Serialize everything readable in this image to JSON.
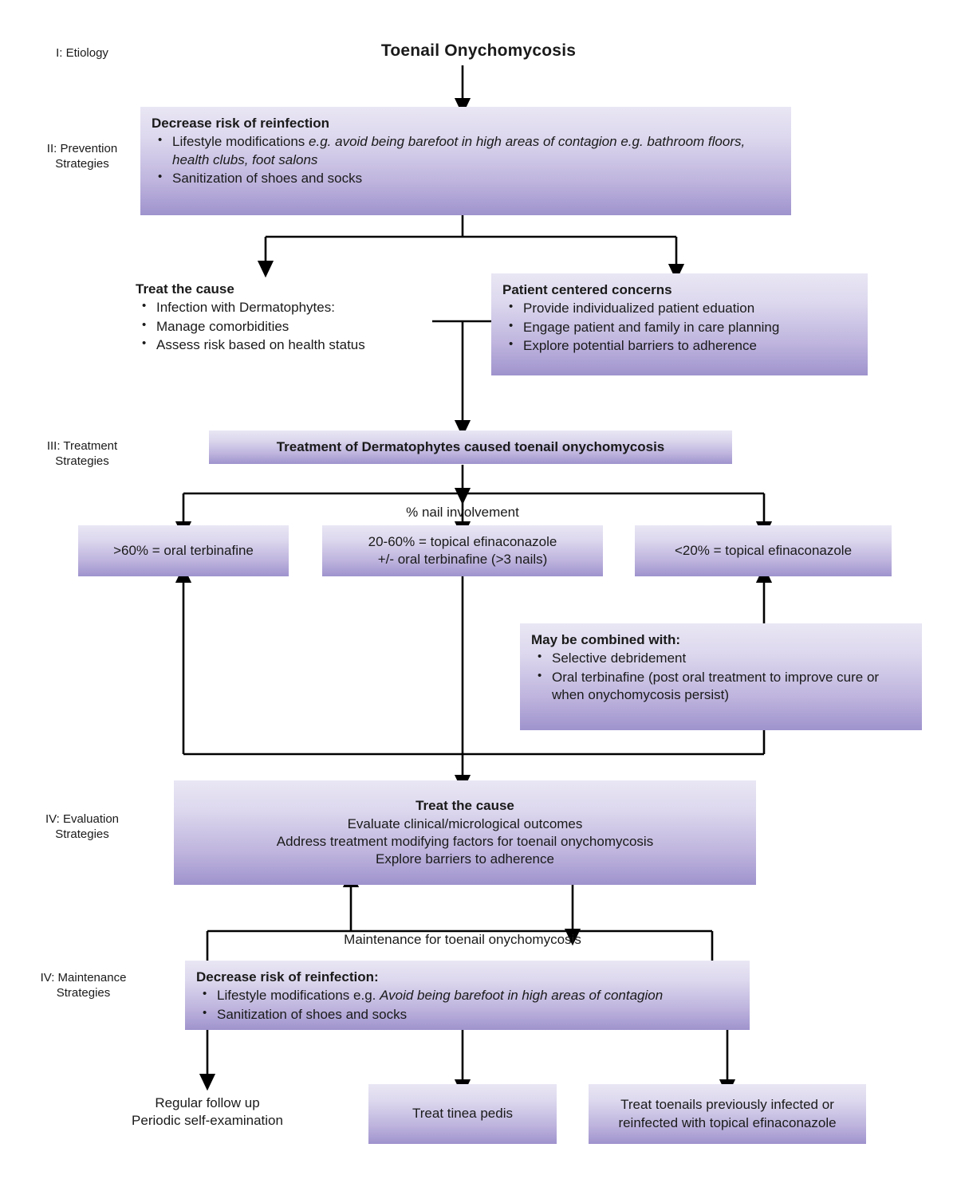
{
  "title": "Toenail Onychomycosis",
  "palette": {
    "box_gradient_top": "#e9e6f4",
    "box_gradient_bottom": "#9f93cd",
    "line": "#000000",
    "text": "#1a1a1a"
  },
  "stage_labels": {
    "etiology": "I: Etiology",
    "prevention": "II: Prevention\nStrategies",
    "prevention_line1": "II: Prevention",
    "prevention_line2": "Strategies",
    "treatment_line1": "III: Treatment",
    "treatment_line2": "Strategies",
    "evaluation_line1": "IV: Evaluation",
    "evaluation_line2": "Strategies",
    "maintenance_line1": "IV: Maintenance",
    "maintenance_line2": "Strategies"
  },
  "prevention_box": {
    "heading": "Decrease risk of reinfection",
    "bullets": [
      {
        "plain": "Lifestyle modifications ",
        "italic": "e.g. avoid being barefoot in high areas of contagion e.g. bathroom floors, health clubs, foot salons"
      },
      {
        "plain": "Sanitization of shoes and socks",
        "italic": ""
      }
    ]
  },
  "treat_cause_plain": {
    "heading": "Treat the cause",
    "bullets": [
      "Infection with Dermatophytes:",
      "Manage comorbidities",
      "Assess risk based on health status"
    ]
  },
  "patient_concerns": {
    "heading": "Patient centered concerns",
    "bullets": [
      "Provide individualized patient eduation",
      "Engage patient and family in care planning",
      "Explore potential barriers to adherence"
    ]
  },
  "treatment_header": {
    "label": "Treatment of Dermatophytes caused toenail onychomycosis"
  },
  "nail_involvement_label": "% nail involvement",
  "involvement_options": [
    {
      "label": "&gt;60% = oral terbinafine",
      "lines": [
        ">60% = oral terbinafine"
      ]
    },
    {
      "label": "20-60% = topical efinaconazole +/- oral terbinafine (>3 nails)",
      "lines": [
        "20-60% = topical efinaconazole",
        "+/- oral terbinafine (>3 nails)"
      ]
    },
    {
      "label": "&lt;20% = topical efinaconazole",
      "lines": [
        "<20% = topical efinaconazole"
      ]
    }
  ],
  "combined_box": {
    "heading": "May be combined with:",
    "bullets": [
      "Selective debridement",
      "Oral terbinafine (post oral treatment to improve cure or when onychomycosis persist)"
    ]
  },
  "evaluation_box": {
    "heading": "Treat the cause",
    "lines": [
      "Evaluate clinical/micrological outcomes",
      "Address treatment modifying factors for toenail onychomycosis",
      "Explore barriers to adherence"
    ]
  },
  "maintenance_loop_label": "Maintenance for toenail onychomycosis",
  "maintenance_box": {
    "heading": "Decrease risk of reinfection:",
    "bullets": [
      {
        "plain": "Lifestyle modifications e.g. ",
        "italic": "Avoid being barefoot in high areas of contagion"
      },
      {
        "plain": "Sanitization of shoes and socks",
        "italic": ""
      }
    ]
  },
  "outcomes": [
    {
      "type": "plain",
      "lines": [
        "Regular follow up",
        "Periodic self-examination"
      ]
    },
    {
      "type": "box",
      "lines": [
        "Treat tinea pedis"
      ]
    },
    {
      "type": "box",
      "lines": [
        "Treat toenails previously infected or",
        "reinfected with topical efinaconazole"
      ]
    }
  ]
}
